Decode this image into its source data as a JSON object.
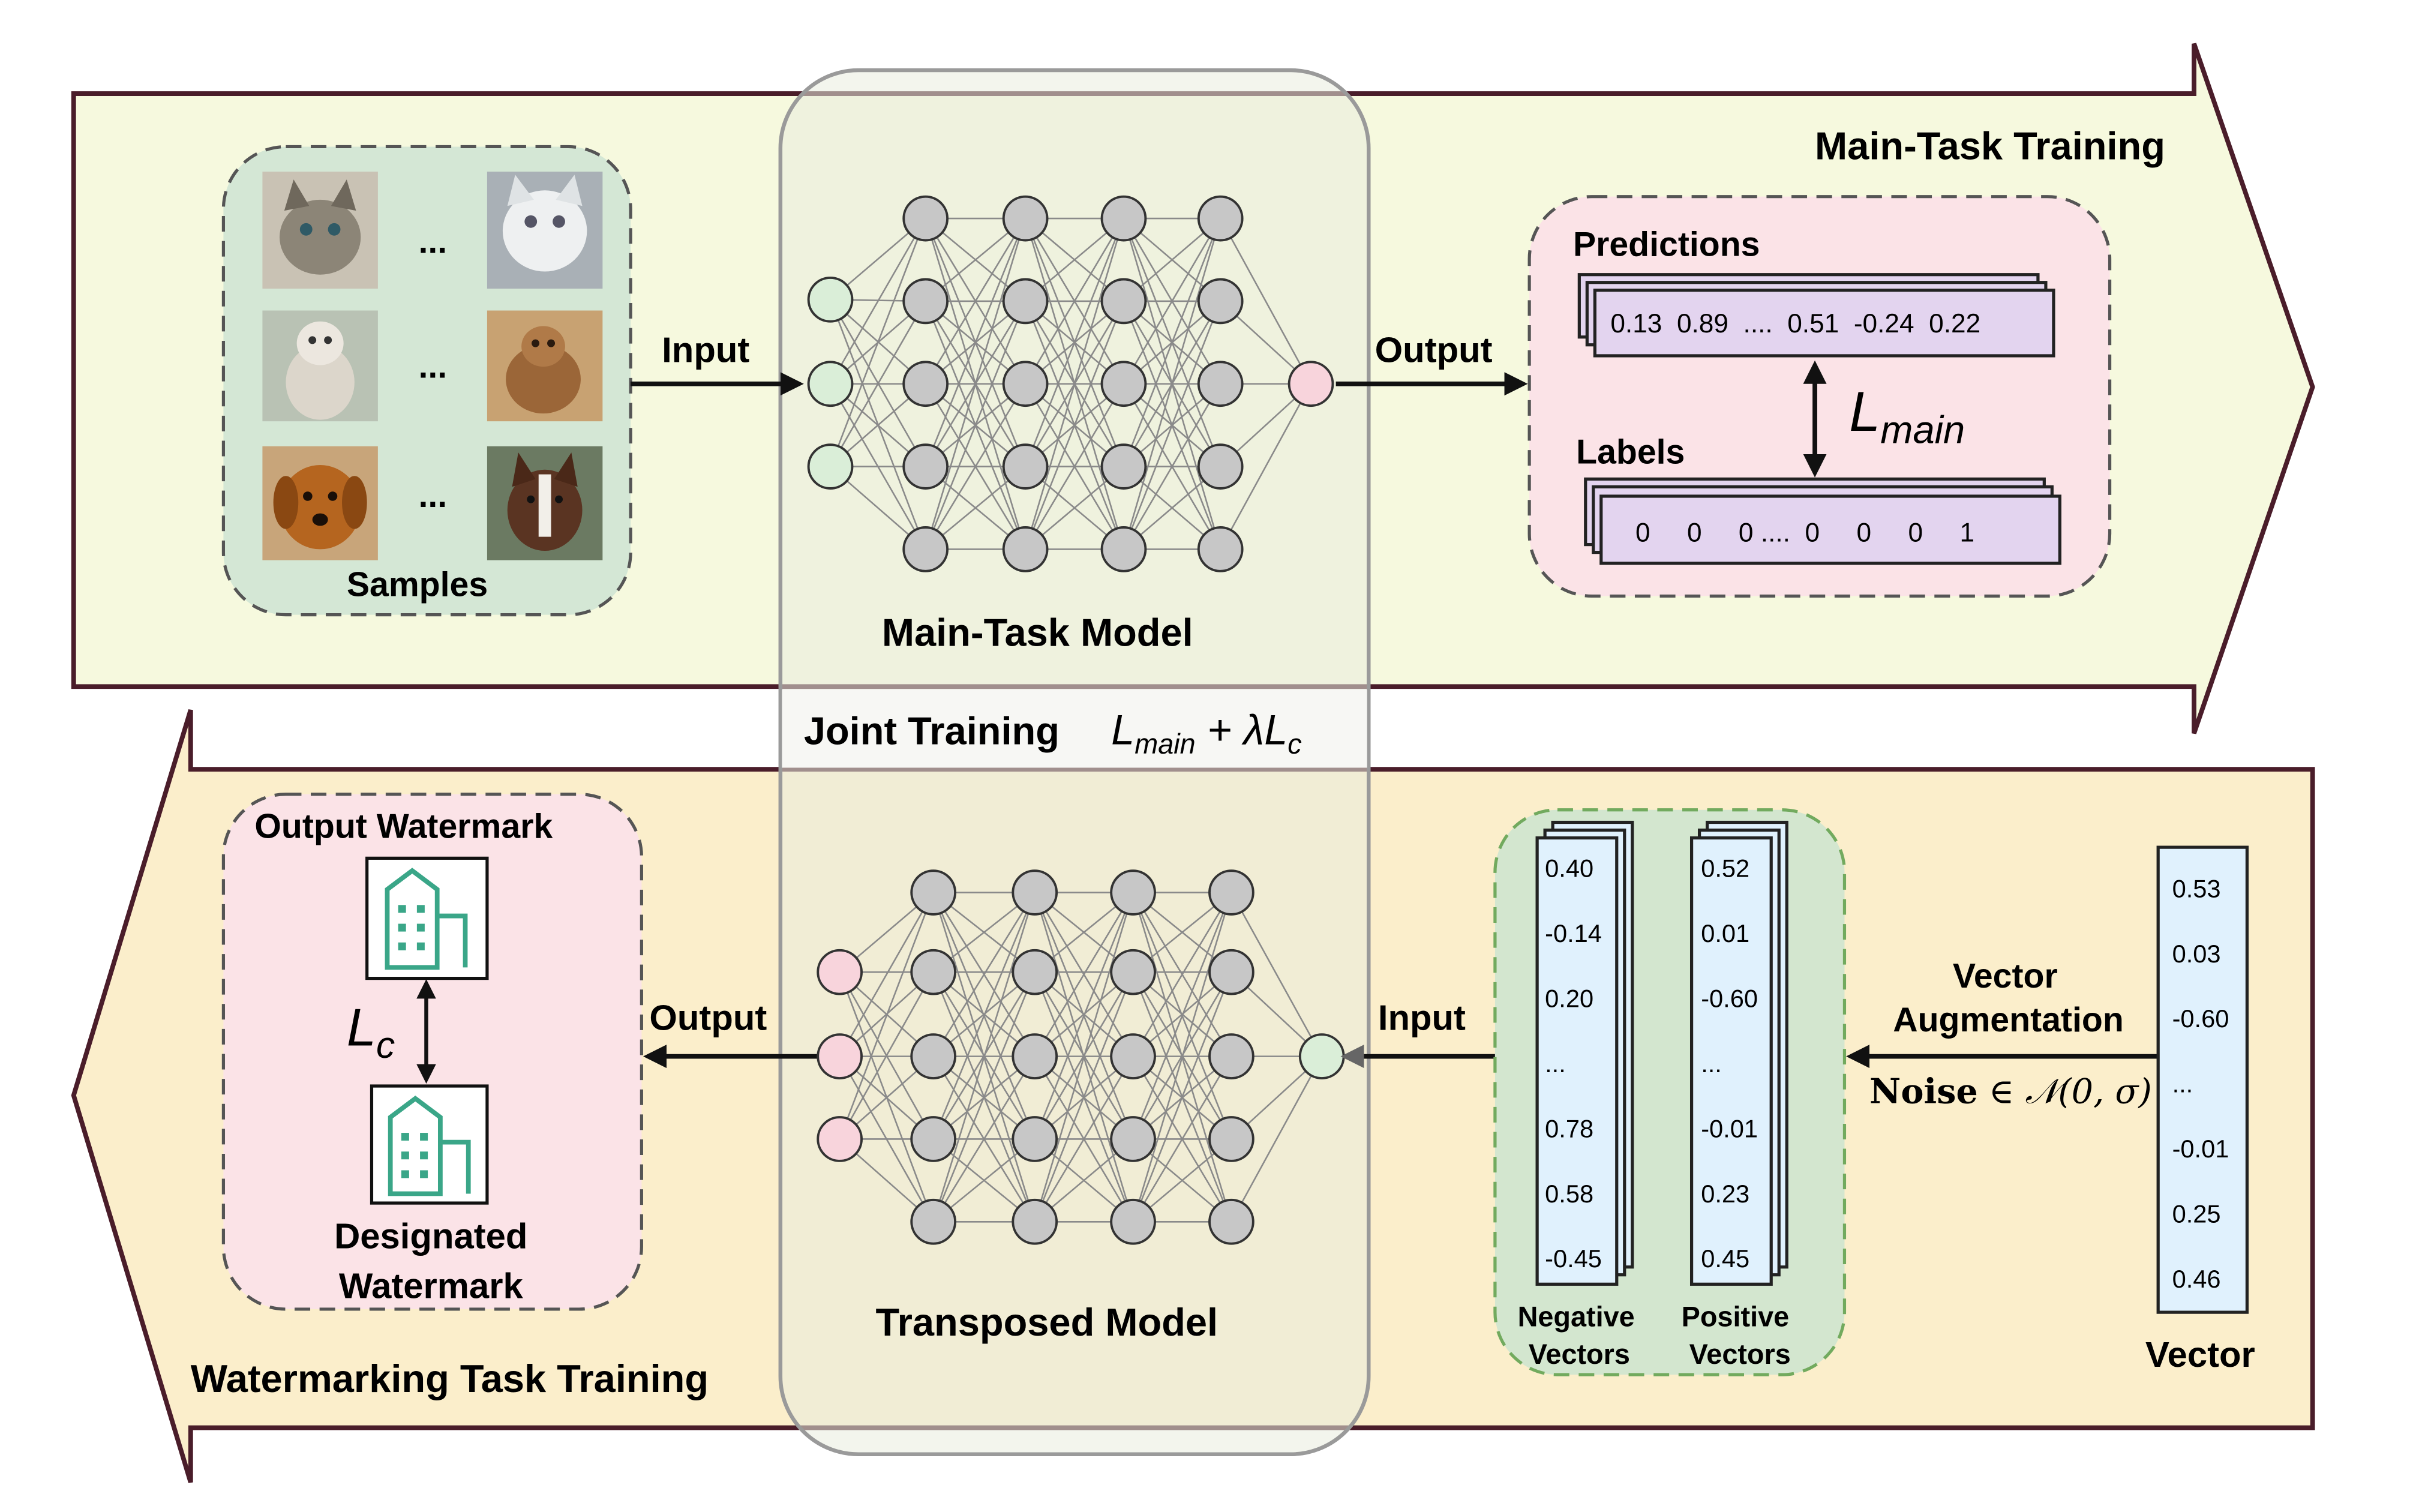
{
  "top_band": {
    "title": "Main-Task Training",
    "samples_label": "Samples",
    "ellipsis": "...",
    "input_label": "Input",
    "output_label": "Output",
    "model_label": "Main-Task Model",
    "predictions_title": "Predictions",
    "predictions_values": "0.13  0.89  ....  0.51  -0.24  0.22",
    "labels_title": "Labels",
    "labels_values": "0     0     0 ....  0     0     0     1",
    "loss_label": "L",
    "loss_sub": "main"
  },
  "joint": {
    "label": "Joint Training",
    "formula_l1": "L",
    "formula_sub1": "main",
    "formula_mid": " + λL",
    "formula_sub2": "c"
  },
  "bottom_band": {
    "title": "Watermarking Task Training",
    "output_watermark_label": "Output Watermark",
    "designated_line1": "Designated",
    "designated_line2": "Watermark",
    "loss_label": "L",
    "loss_sub": "c",
    "output_label": "Output",
    "input_label": "Input",
    "model_label": "Transposed Model",
    "negative_values": [
      "0.40",
      "-0.14",
      "0.20",
      "...",
      "0.78",
      "0.58",
      "-0.45"
    ],
    "positive_values": [
      "0.52",
      "0.01",
      "-0.60",
      "...",
      "-0.01",
      "0.23",
      "0.45"
    ],
    "negative_line1": "Negative",
    "negative_line2": "Vectors",
    "positive_line1": "Positive",
    "positive_line2": "Vectors",
    "augment_line1": "Vector",
    "augment_line2": "Augmentation",
    "noise_bold": "Noise",
    "noise_rest": " ∈ 𝒩(0, σ)",
    "vector_values": [
      "0.53",
      "0.03",
      "-0.60",
      "...",
      "-0.01",
      "0.25",
      "0.46"
    ],
    "vector_label": "Vector"
  },
  "colors": {
    "top_band_fill": "#f6f9de",
    "bottom_band_fill": "#fbeecb",
    "band_stroke": "#4a1d2a",
    "samples_fill": "#d4e7d5",
    "pink_panel_fill": "#fbe3e7",
    "vector_panel_fill": "#d3e6cf",
    "vector_panel_stroke": "#72aa5e",
    "purple_box": "#e3d4ef",
    "blue_box": "#e0f1fd",
    "node_gray": "#c7c7c7",
    "node_green": "#daeed8",
    "node_pink": "#f8d4dc",
    "watermark_teal": "#3aa688"
  },
  "icons": {
    "sample_images": [
      "kitten-photo",
      "white-cat-photo",
      "monkey-photo",
      "macaque-photo",
      "puppy-photo",
      "collie-photo"
    ],
    "watermark": "building-icon"
  }
}
